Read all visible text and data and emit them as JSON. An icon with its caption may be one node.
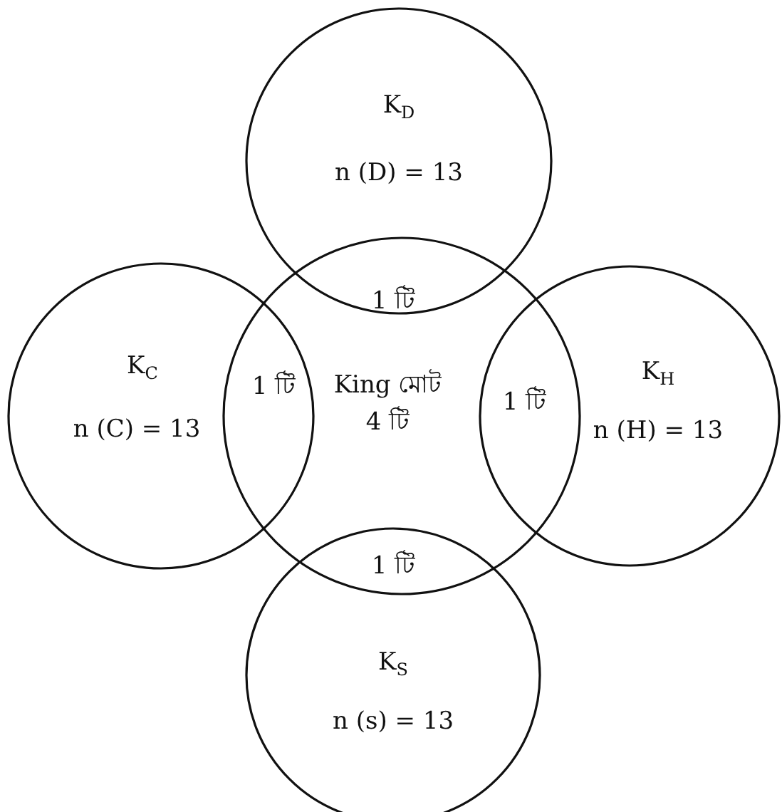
{
  "diagram": {
    "nodes": [
      {
        "text": [
          "K$_{D}$",
          "n (D) = 13"
        ]
      },
      {
        "text": [
          "K$_{C}$",
          "n (C) = 13"
        ]
      },
      {
        "text": [
          "King মোট 4 টি"
        ]
      },
      {
        "text": [
          "K$_{H}$",
          "n (H) = 13"
        ]
      },
      {
        "text": [
          "K$_{S}$",
          "n (s) = 13"
        ]
      }
    ],
    "labels": [
      "1 টি",
      "1 টি",
      "1 টি",
      "1 টি"
    ]
  }
}
